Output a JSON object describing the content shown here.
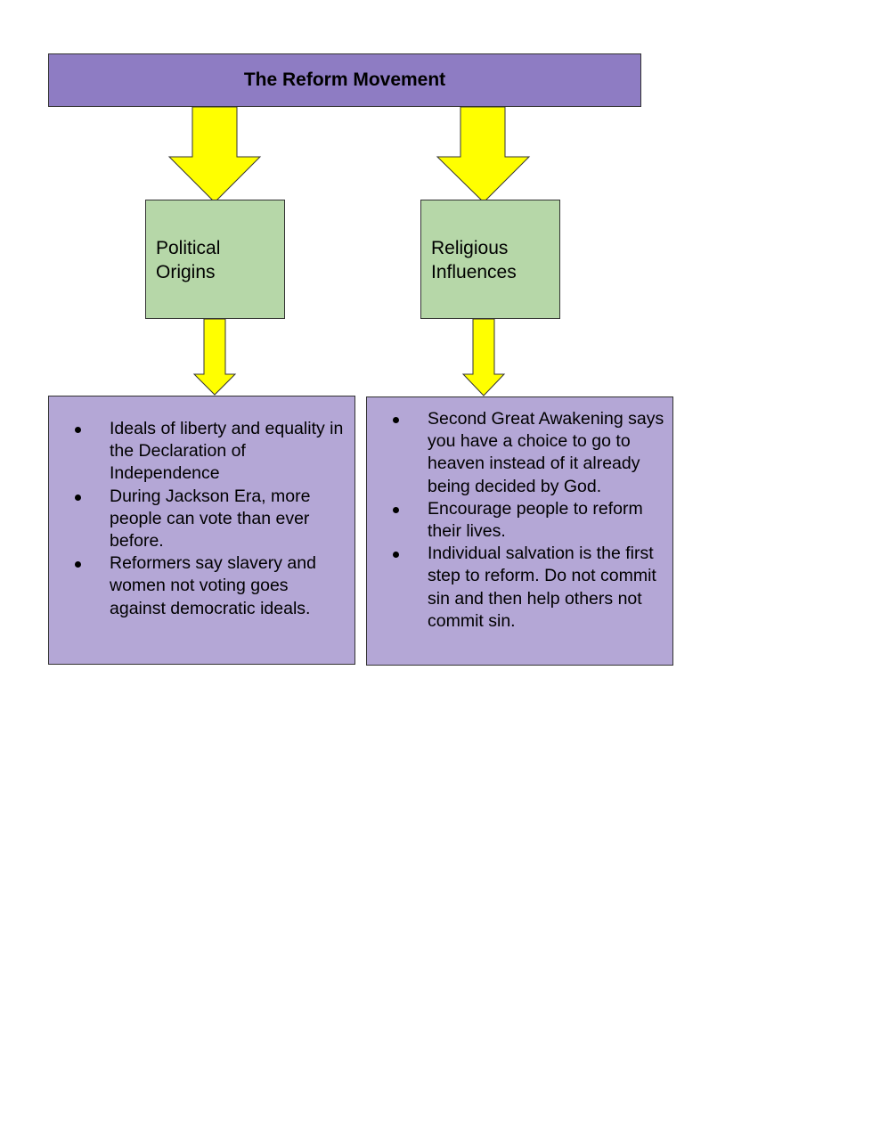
{
  "title": "The Reform Movement",
  "branches": [
    {
      "heading": "Political Origins",
      "points": [
        "Ideals of liberty and equality in the Declaration of Independence",
        "During Jackson Era, more people can vote than ever before.",
        "Reformers say slavery and women not voting goes against democratic ideals."
      ]
    },
    {
      "heading": "Religious Influences",
      "points": [
        "Second Great Awakening says you have a choice to go to heaven instead of it already being decided by God.",
        "Encourage people to reform their lives.",
        "Individual salvation is the first step to reform.  Do not commit sin and then help others not commit sin."
      ]
    }
  ],
  "colors": {
    "title_fill": "#8e7cc3",
    "heading_fill": "#b6d7a8",
    "detail_fill": "#b4a7d6",
    "arrow_fill": "#ffff00"
  }
}
